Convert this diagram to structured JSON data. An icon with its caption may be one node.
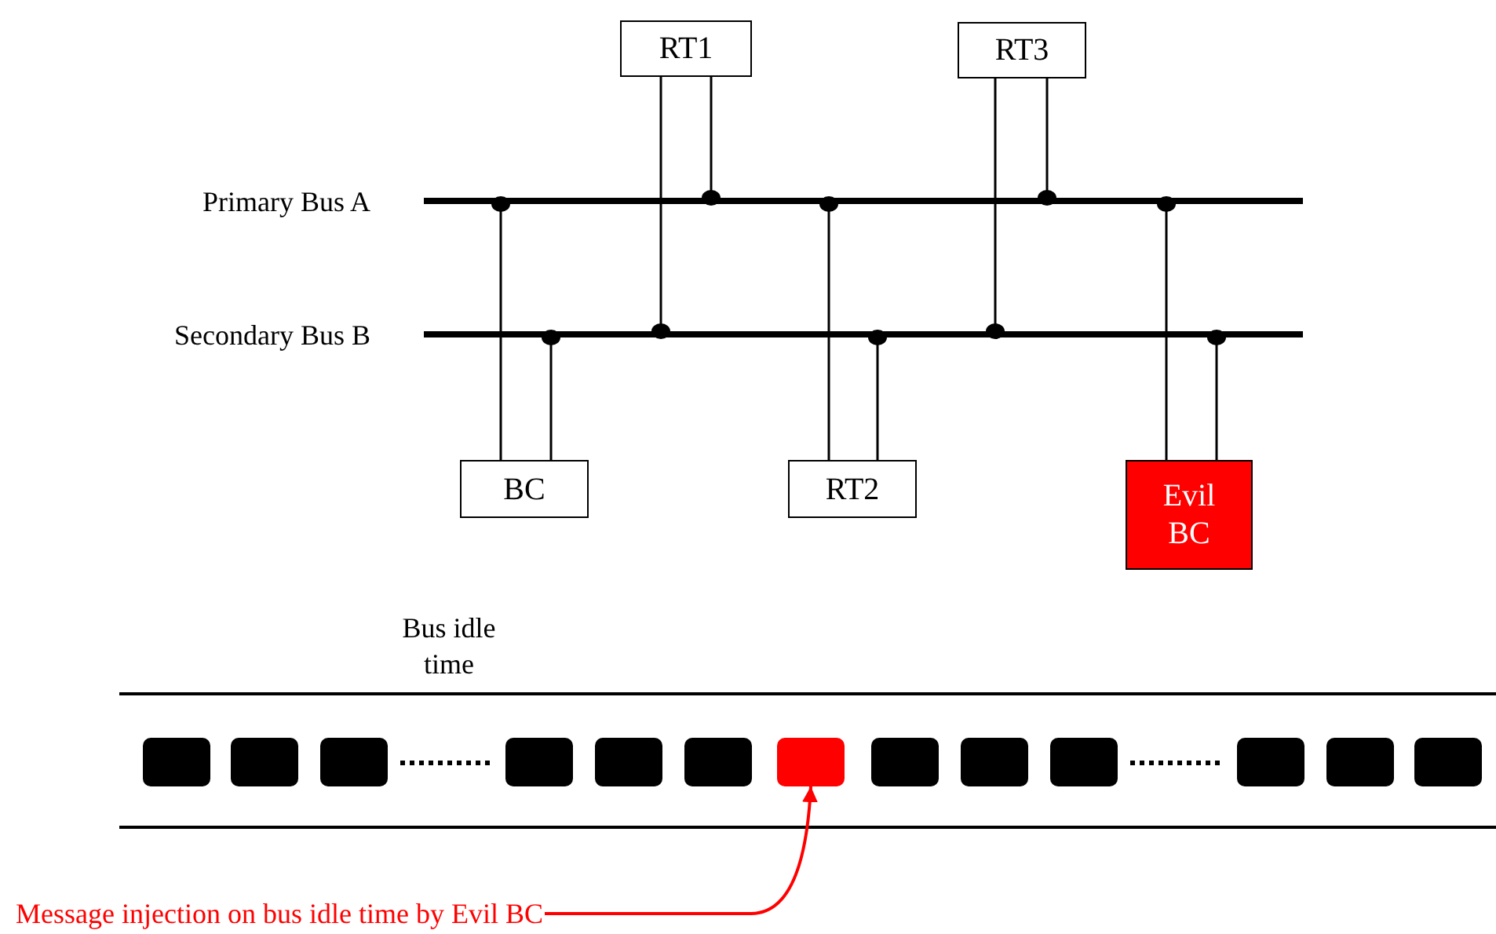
{
  "diagram": {
    "nodes": [
      {
        "text": [
          "RT1"
        ]
      },
      {
        "text": [
          "RT3"
        ]
      },
      {
        "text": [],
        "shape": "bar",
        "beside": [
          "Primary Bus A"
        ]
      },
      {
        "text": [],
        "shape": "bar",
        "beside": [
          "Secondary Bus B"
        ]
      },
      {
        "text": [
          "BC"
        ]
      },
      {
        "text": [
          "RT2"
        ]
      },
      {
        "text": [
          "Evil BC"
        ]
      },
      {
        "text": [],
        "shape": "box"
      },
      {
        "text": [],
        "shape": "box"
      },
      {
        "text": [],
        "shape": "box"
      },
      {
        "text": [],
        "shape": "box"
      },
      {
        "text": [],
        "shape": "box"
      },
      {
        "text": [],
        "shape": "box"
      },
      {
        "text": [],
        "shape": "box"
      },
      {
        "text": [],
        "shape": "box"
      },
      {
        "text": [],
        "shape": "box"
      },
      {
        "text": [],
        "shape": "box"
      },
      {
        "text": [],
        "shape": "box"
      },
      {
        "text": [],
        "shape": "box"
      },
      {
        "text": [],
        "shape": "box"
      },
      {
        "text": [
          "Message injection on bus idle time by Evil BC"
        ]
      }
    ],
    "edges": [
      {
        "from": 0,
        "to": 3,
        "arrow": "other"
      },
      {
        "from": 0,
        "to": 2,
        "arrow": "other"
      },
      {
        "from": 1,
        "to": 3,
        "arrow": "other"
      },
      {
        "from": 1,
        "to": 2,
        "arrow": "other"
      },
      {
        "from": 4,
        "to": 2,
        "arrow": "other"
      },
      {
        "from": 4,
        "to": 3,
        "arrow": "other"
      },
      {
        "from": 5,
        "to": 2,
        "arrow": "other"
      },
      {
        "from": 5,
        "to": 3,
        "arrow": "other"
      },
      {
        "from": 6,
        "to": 2,
        "arrow": "other"
      },
      {
        "from": 6,
        "to": 3,
        "arrow": "other"
      },
      {
        "from": 20,
        "to": 13,
        "arrow": "to",
        "color": "#ff0000"
      }
    ],
    "labels": [
      "Bus idle time"
    ]
  }
}
